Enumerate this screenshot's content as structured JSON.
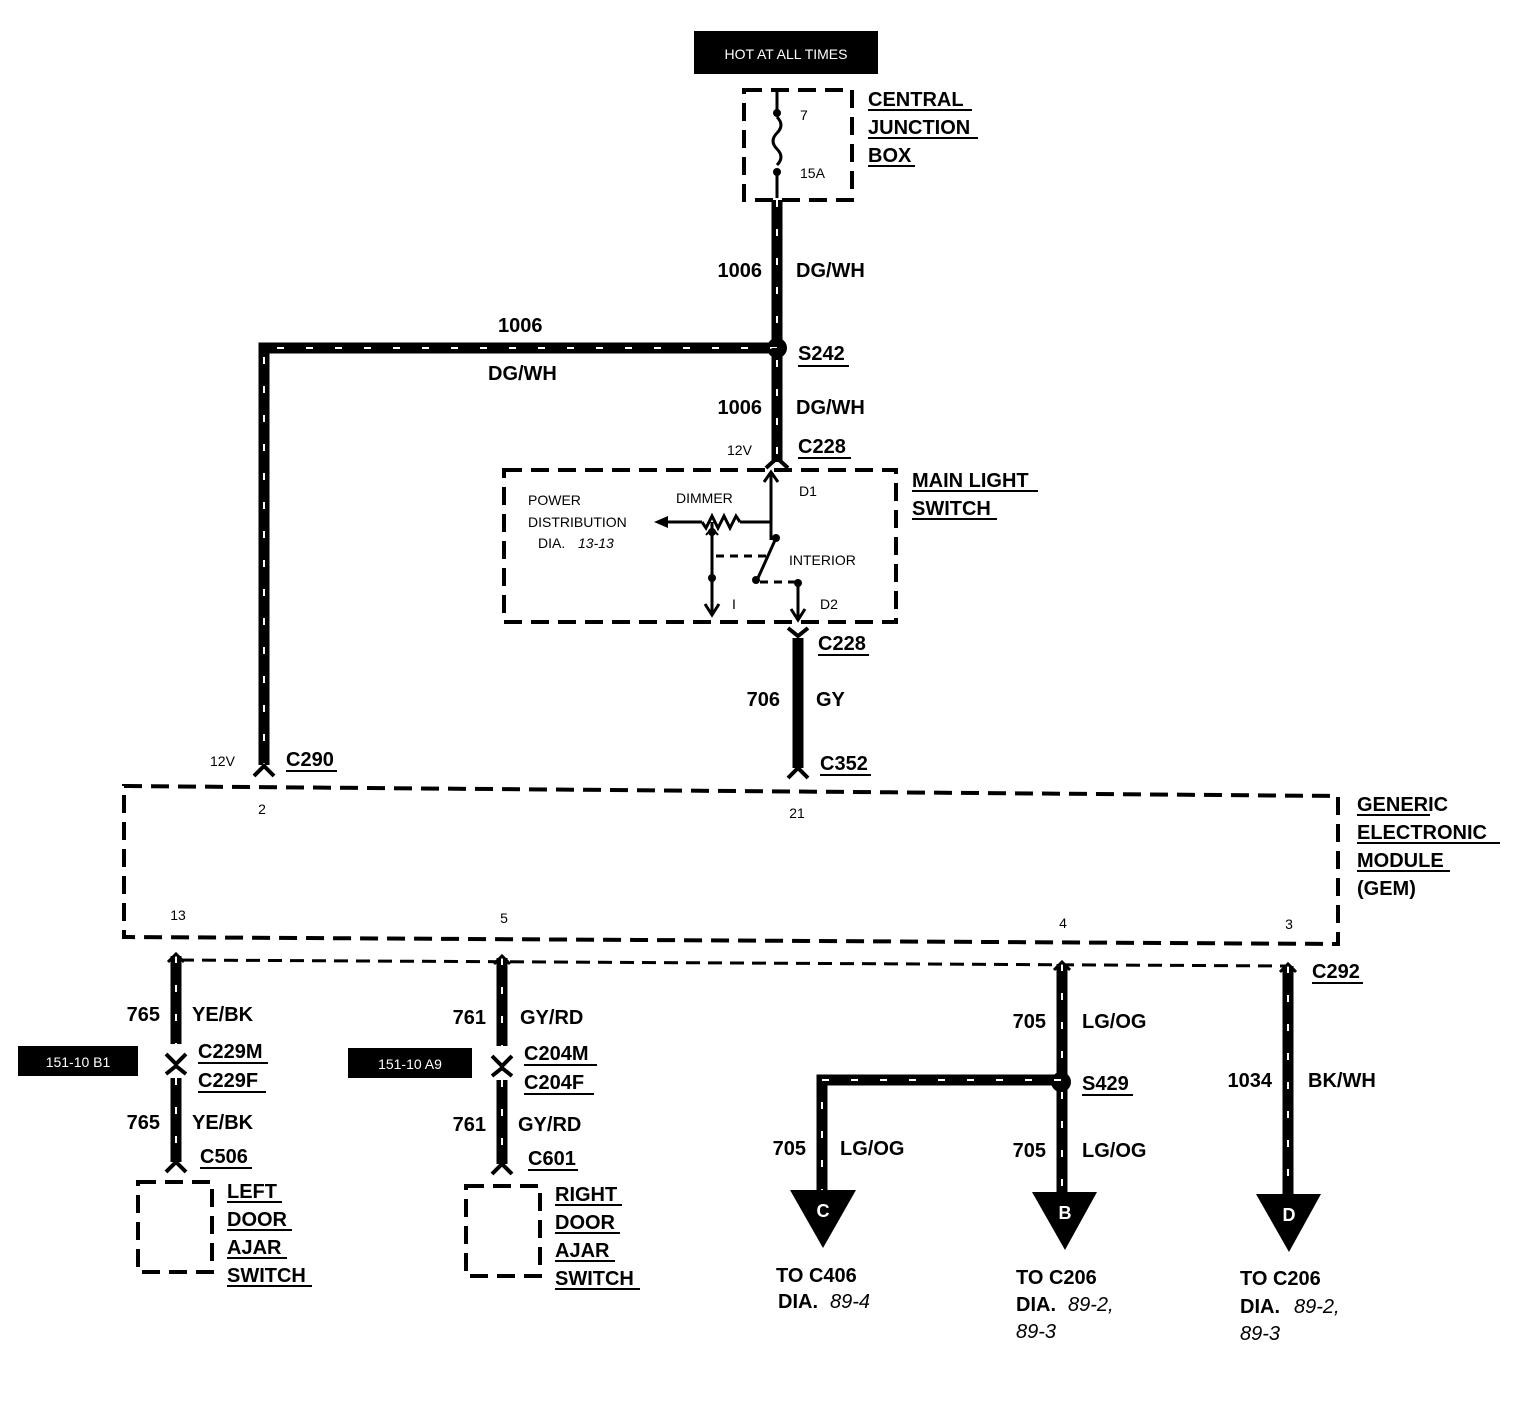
{
  "hot_label": "HOT AT ALL TIMES",
  "cjb": {
    "line1": "CENTRAL",
    "line2": "JUNCTION",
    "line3": "BOX",
    "fuse_no": "7",
    "fuse_rating": "15A"
  },
  "wires": {
    "w1006_top": {
      "num": "1006",
      "color": "DG/WH"
    },
    "w1006_left": {
      "num": "1006",
      "color": "DG/WH"
    },
    "w1006_mid": {
      "num": "1006",
      "color": "DG/WH"
    },
    "w706": {
      "num": "706",
      "color": "GY"
    },
    "w765a": {
      "num": "765",
      "color": "YE/BK"
    },
    "w765b": {
      "num": "765",
      "color": "YE/BK"
    },
    "w761a": {
      "num": "761",
      "color": "GY/RD"
    },
    "w761b": {
      "num": "761",
      "color": "GY/RD"
    },
    "w705a": {
      "num": "705",
      "color": "LG/OG"
    },
    "w705b": {
      "num": "705",
      "color": "LG/OG"
    },
    "w705c": {
      "num": "705",
      "color": "LG/OG"
    },
    "w1034": {
      "num": "1034",
      "color": "BK/WH"
    }
  },
  "splices": {
    "s242": "S242",
    "s429": "S429"
  },
  "connectors": {
    "c228_top": "C228",
    "c228_bot": "C228",
    "c290": "C290",
    "c352": "C352",
    "c229m": "C229M",
    "c229f": "C229F",
    "c506": "C506",
    "c204m": "C204M",
    "c204f": "C204F",
    "c601": "C601",
    "c292": "C292"
  },
  "voltages": {
    "v_c228": "12V",
    "v_c290": "12V"
  },
  "main_light_switch": {
    "line1": "MAIN LIGHT",
    "line2": "SWITCH",
    "power_dist_1": "POWER",
    "power_dist_2": "DISTRIBUTION",
    "power_dist_3": "DIA.",
    "power_dist_ref": "13-13",
    "dimmer": "DIMMER",
    "interior": "INTERIOR",
    "pin_d1": "D1",
    "pin_d2": "D2",
    "pin_i": "I"
  },
  "gem": {
    "line1": "GENERIC",
    "line2": "ELECTRONIC",
    "line3": "MODULE",
    "line4": "(GEM)",
    "pins": {
      "p2": "2",
      "p21": "21",
      "p13": "13",
      "p5": "5",
      "p4": "4",
      "p3": "3"
    }
  },
  "refs": {
    "left": "151-10 B1",
    "right": "151-10 A9"
  },
  "left_door": {
    "line1": "LEFT",
    "line2": "DOOR",
    "line3": "AJAR",
    "line4": "SWITCH"
  },
  "right_door": {
    "line1": "RIGHT",
    "line2": "DOOR",
    "line3": "AJAR",
    "line4": "SWITCH"
  },
  "arrows": {
    "c": {
      "letter": "C",
      "to": "TO C406",
      "dia": "DIA.",
      "ref1": "89-4",
      "ref2": ""
    },
    "b": {
      "letter": "B",
      "to": "TO C206",
      "dia": "DIA.",
      "ref1": "89-2,",
      "ref2": "89-3"
    },
    "d": {
      "letter": "D",
      "to": "TO C206",
      "dia": "DIA.",
      "ref1": "89-2,",
      "ref2": "89-3"
    }
  }
}
